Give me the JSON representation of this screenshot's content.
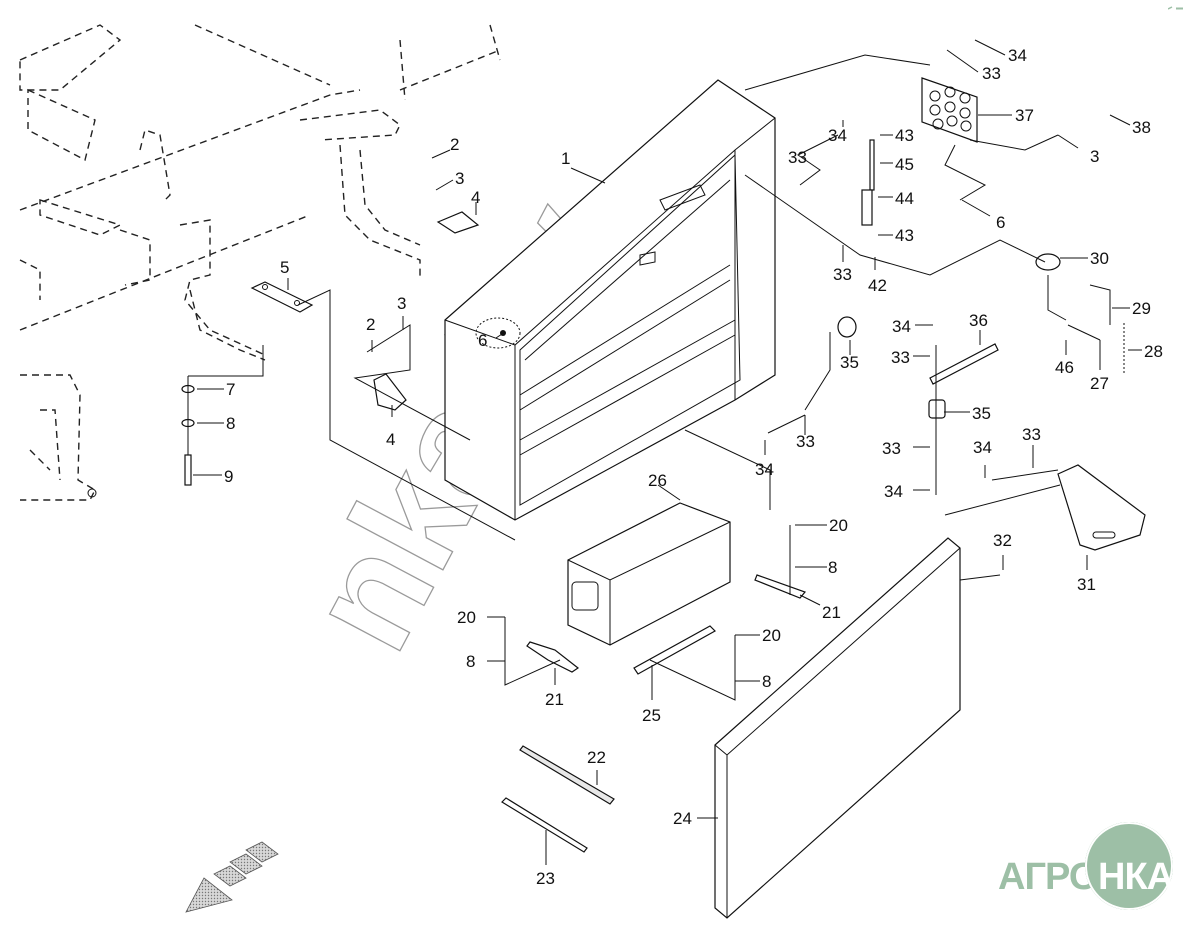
{
  "diagram": {
    "title": "Battery box assembly — exploded parts view",
    "watermark": "nka.by",
    "logo": {
      "left_text": "АГРО",
      "circle_text": "НКА",
      "color": "#9dbfa6"
    },
    "callouts": [
      {
        "id": "c1",
        "label": "1",
        "part": "battery box housing"
      },
      {
        "id": "c2a",
        "label": "2",
        "part": "bolt"
      },
      {
        "id": "c3a",
        "label": "3",
        "part": "washer"
      },
      {
        "id": "c4a",
        "label": "4",
        "part": "latch bracket"
      },
      {
        "id": "c5",
        "label": "5",
        "part": "mounting plate"
      },
      {
        "id": "c2b",
        "label": "2",
        "part": "bolt"
      },
      {
        "id": "c3b",
        "label": "3",
        "part": "washer"
      },
      {
        "id": "c6a",
        "label": "6",
        "part": "nut"
      },
      {
        "id": "c4b",
        "label": "4",
        "part": "latch bracket"
      },
      {
        "id": "c7",
        "label": "7",
        "part": "washer"
      },
      {
        "id": "c8a",
        "label": "8",
        "part": "lock washer"
      },
      {
        "id": "c9",
        "label": "9",
        "part": "bolt"
      },
      {
        "id": "c34a",
        "label": "34",
        "part": "screw"
      },
      {
        "id": "c33a",
        "label": "33",
        "part": "lock washer"
      },
      {
        "id": "c37",
        "label": "37",
        "part": "grommet plate"
      },
      {
        "id": "c38",
        "label": "38",
        "part": "bolt"
      },
      {
        "id": "c3c",
        "label": "3",
        "part": "washer"
      },
      {
        "id": "c6b",
        "label": "6",
        "part": "nut"
      },
      {
        "id": "c34b",
        "label": "34",
        "part": "screw"
      },
      {
        "id": "c33b",
        "label": "33",
        "part": "lock washer"
      },
      {
        "id": "c43a",
        "label": "43",
        "part": "retaining ring"
      },
      {
        "id": "c45",
        "label": "45",
        "part": "hinge pin"
      },
      {
        "id": "c44",
        "label": "44",
        "part": "hinge"
      },
      {
        "id": "c43b",
        "label": "43",
        "part": "retaining ring"
      },
      {
        "id": "c33c",
        "label": "33",
        "part": "lock washer"
      },
      {
        "id": "c42",
        "label": "42",
        "part": "screw"
      },
      {
        "id": "c30",
        "label": "30",
        "part": "lock"
      },
      {
        "id": "c29",
        "label": "29",
        "part": "handle"
      },
      {
        "id": "c28",
        "label": "28",
        "part": "chain"
      },
      {
        "id": "c46",
        "label": "46",
        "part": "washer"
      },
      {
        "id": "c27",
        "label": "27",
        "part": "screw"
      },
      {
        "id": "c35a",
        "label": "35",
        "part": "spacer"
      },
      {
        "id": "c34c",
        "label": "34",
        "part": "screw"
      },
      {
        "id": "c36",
        "label": "36",
        "part": "strap"
      },
      {
        "id": "c33d",
        "label": "33",
        "part": "lock washer"
      },
      {
        "id": "c35b",
        "label": "35",
        "part": "spacer"
      },
      {
        "id": "c34d",
        "label": "34",
        "part": "screw"
      },
      {
        "id": "c33e",
        "label": "33",
        "part": "lock washer"
      },
      {
        "id": "c33f",
        "label": "33",
        "part": "lock washer"
      },
      {
        "id": "c34e",
        "label": "34",
        "part": "screw"
      },
      {
        "id": "c34f",
        "label": "34",
        "part": "screw"
      },
      {
        "id": "c33g",
        "label": "33",
        "part": "lock washer"
      },
      {
        "id": "c31",
        "label": "31",
        "part": "bracket"
      },
      {
        "id": "c32",
        "label": "32",
        "part": "nut"
      },
      {
        "id": "c26",
        "label": "26",
        "part": "battery"
      },
      {
        "id": "c20a",
        "label": "20",
        "part": "bolt"
      },
      {
        "id": "c8b",
        "label": "8",
        "part": "washer"
      },
      {
        "id": "c21a",
        "label": "21",
        "part": "clamp"
      },
      {
        "id": "c20b",
        "label": "20",
        "part": "bolt"
      },
      {
        "id": "c8c",
        "label": "8",
        "part": "washer"
      },
      {
        "id": "c21b",
        "label": "21",
        "part": "clamp"
      },
      {
        "id": "c25",
        "label": "25",
        "part": "clamp rail"
      },
      {
        "id": "c20c",
        "label": "20",
        "part": "bolt"
      },
      {
        "id": "c8d",
        "label": "8",
        "part": "washer"
      },
      {
        "id": "c22",
        "label": "22",
        "part": "seal strip"
      },
      {
        "id": "c23",
        "label": "23",
        "part": "seal strip"
      },
      {
        "id": "c24",
        "label": "24",
        "part": "cover door"
      }
    ]
  }
}
